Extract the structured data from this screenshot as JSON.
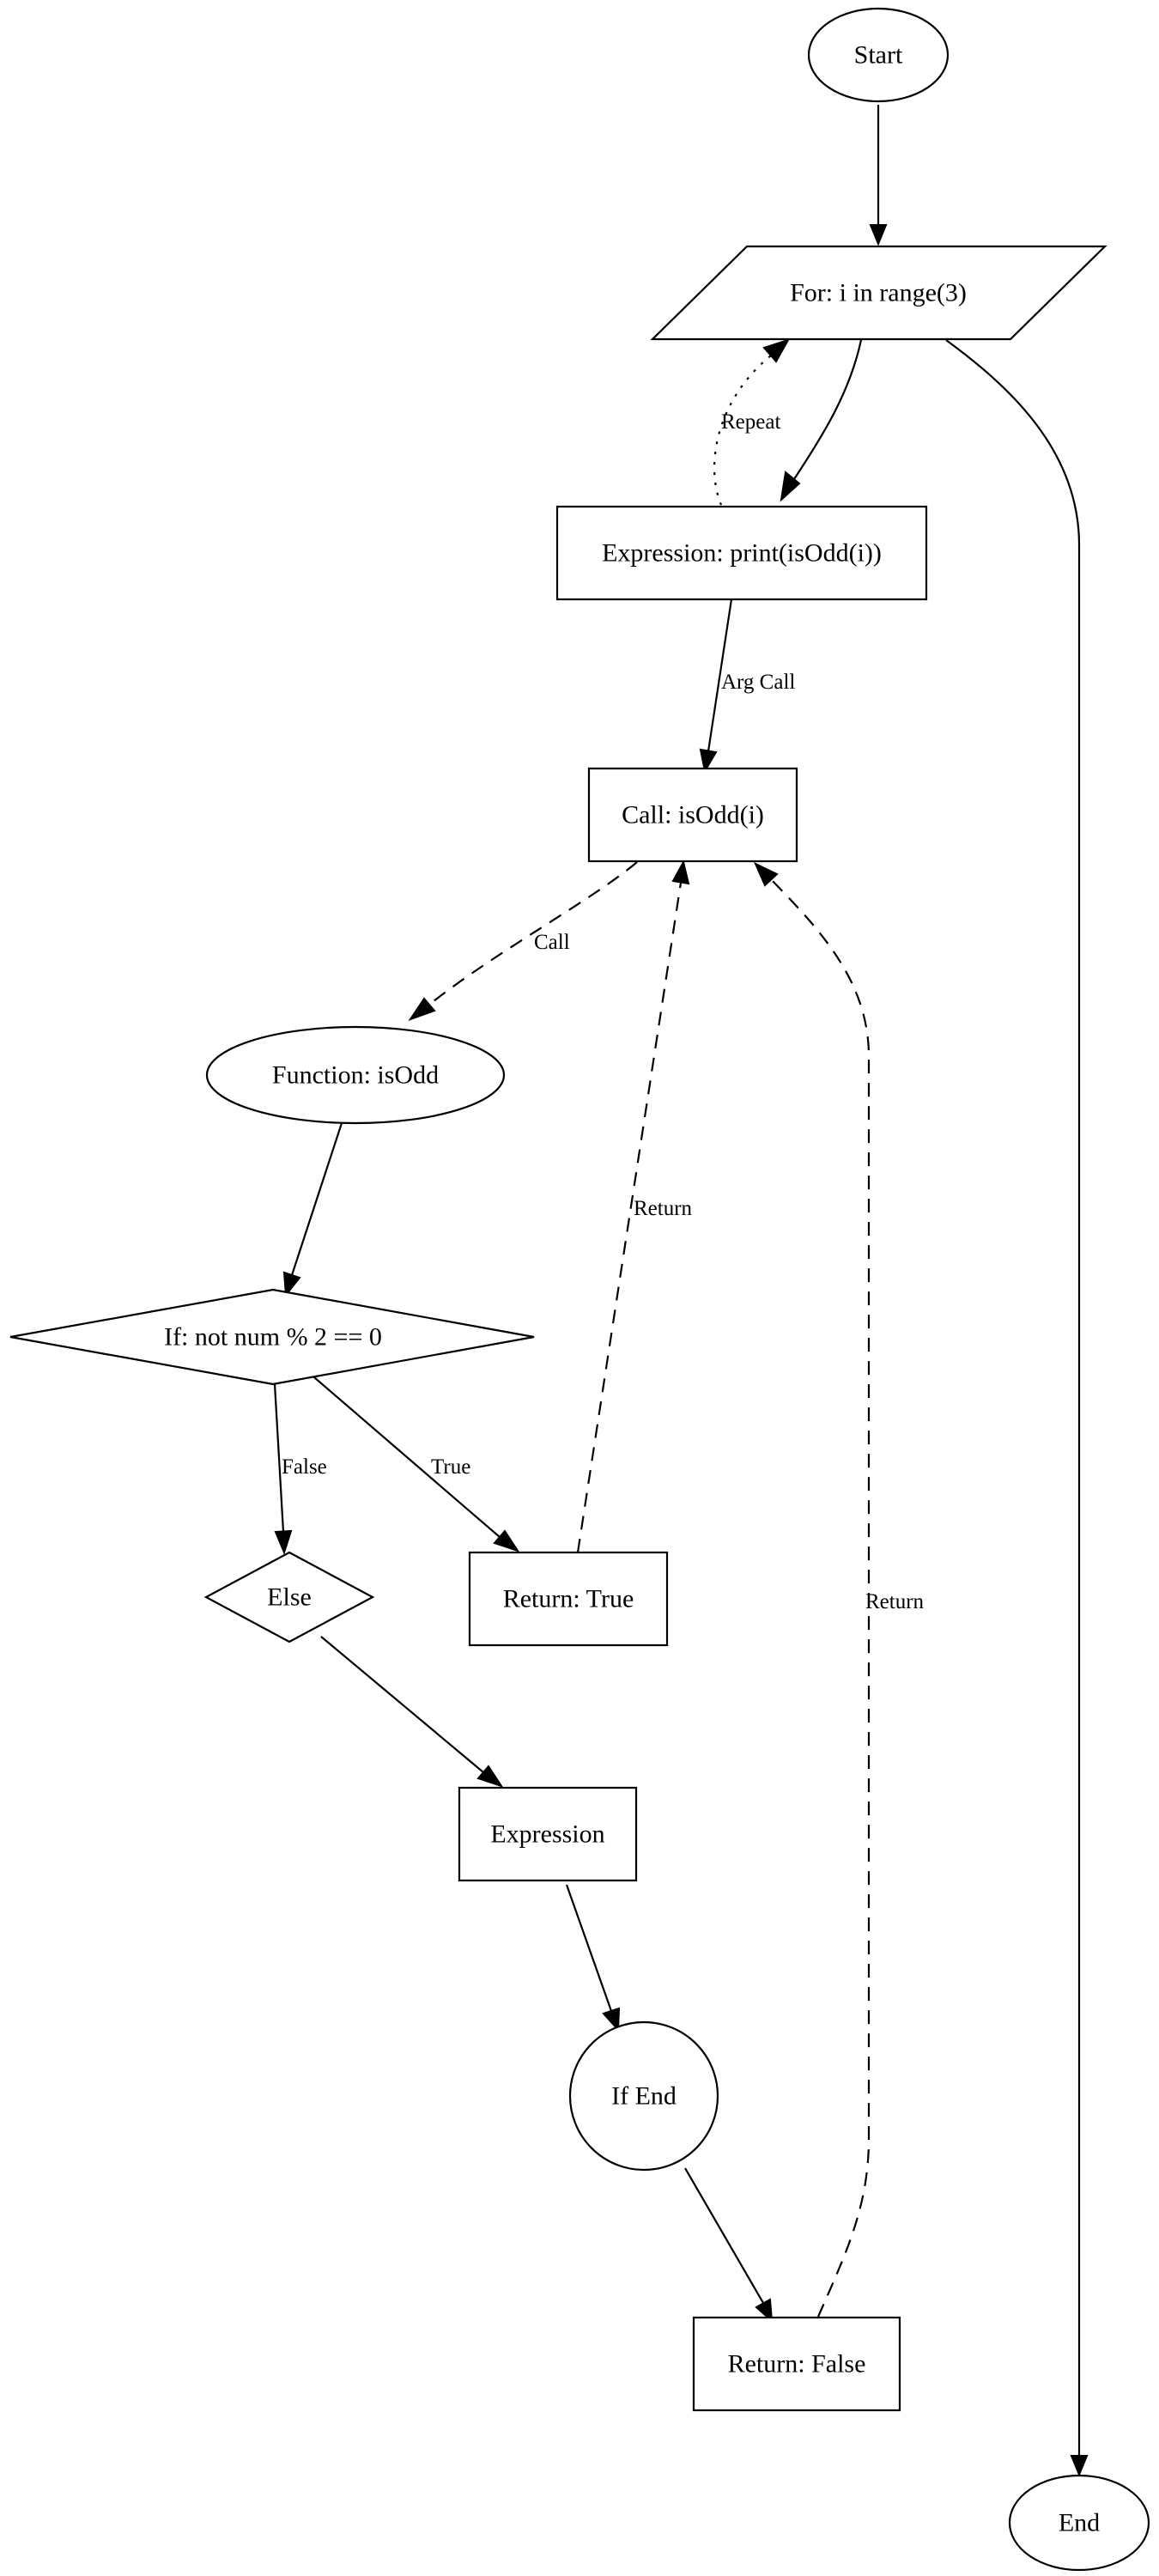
{
  "nodes": {
    "start": "Start",
    "for_loop": "For: i in range(3)",
    "expr_print": "Expression: print(isOdd(i))",
    "call_isodd": "Call: isOdd(i)",
    "func_isodd": "Function: isOdd",
    "if_cond": "If: not num % 2 == 0",
    "else_node": "Else",
    "return_true": "Return: True",
    "expression": "Expression",
    "if_end": "If End",
    "return_false": "Return: False",
    "end": "End"
  },
  "edges": {
    "repeat": "Repeat",
    "arg_call": "Arg Call",
    "call": "Call",
    "return_from_true": "Return",
    "return_from_false": "Return",
    "false_branch": "False",
    "true_branch": "True"
  }
}
